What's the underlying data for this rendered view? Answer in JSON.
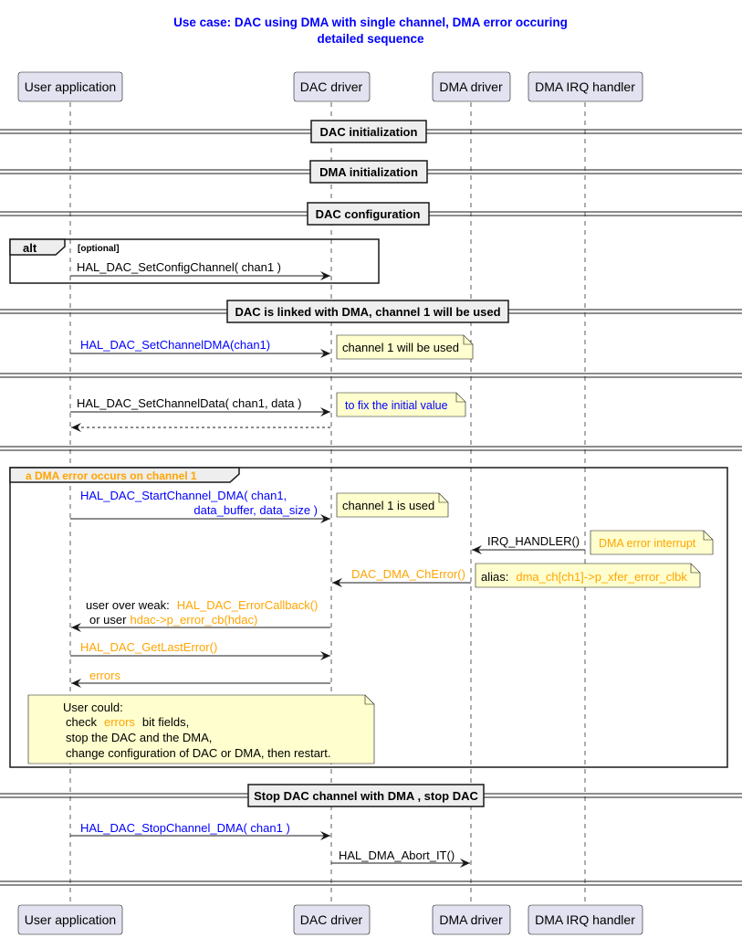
{
  "title": {
    "line1": "Use case: DAC using DMA with single channel, DMA  error occuring",
    "line2": "detailed sequence"
  },
  "participants": [
    {
      "id": "user",
      "label": "User application"
    },
    {
      "id": "dac",
      "label": "DAC driver"
    },
    {
      "id": "dma",
      "label": "DMA driver"
    },
    {
      "id": "irq",
      "label": "DMA IRQ handler"
    }
  ],
  "dividers": {
    "dac_init": "DAC initialization",
    "dma_init": "DMA initialization",
    "dac_config": "DAC configuration",
    "dac_linked": "DAC is linked with DMA, channel 1 will be used",
    "stop": "Stop DAC channel with DMA , stop DAC"
  },
  "alt_frame": {
    "keyword": "alt",
    "guard": "[optional]",
    "message": "HAL_DAC_SetConfigChannel( chan1 )"
  },
  "set_channel_dma": {
    "message": "HAL_DAC_SetChannelDMA(chan1)",
    "note": "channel 1 will be used"
  },
  "set_channel_data": {
    "message": "HAL_DAC_SetChannelData( chan1, data )",
    "note": "to fix the initial value"
  },
  "error_group": {
    "label": "a DMA error occurs on channel 1",
    "start_line1": "HAL_DAC_StartChannel_DMA(  chan1,",
    "start_line2": "data_buffer, data_size )",
    "start_note": "channel 1 is used",
    "irq_message": "IRQ_HANDLER()",
    "irq_note": "DMA error interrupt",
    "ch_error_message": "DAC_DMA_ChError()",
    "alias_prefix": "alias:",
    "alias_value": "dma_ch[ch1]->p_xfer_error_clbk",
    "callback_prefix": "user over weak:",
    "callback_name": "HAL_DAC_ErrorCallback()",
    "callback_or": "or user",
    "callback_user": "hdac->p_error_cb(hdac)",
    "get_last_error": "HAL_DAC_GetLastError()",
    "errors_return": "errors",
    "note_line1": "User could:",
    "note_check": "check",
    "note_errors": "errors",
    "note_bitfields": "bit fields,",
    "note_line3": "stop the DAC and the DMA,",
    "note_line4": "change configuration of DAC or DMA, then restart."
  },
  "stop_channel": {
    "message": "HAL_DAC_StopChannel_DMA( chan1 )",
    "abort": "HAL_DMA_Abort_IT()"
  },
  "colors": {
    "title": "#0000ff",
    "blue_text": "#0000ff",
    "orange_text": "#ffa500",
    "participant_fill": "#e2e2f0",
    "note_fill": "#fefece",
    "divider_fill": "#eeeeee"
  }
}
